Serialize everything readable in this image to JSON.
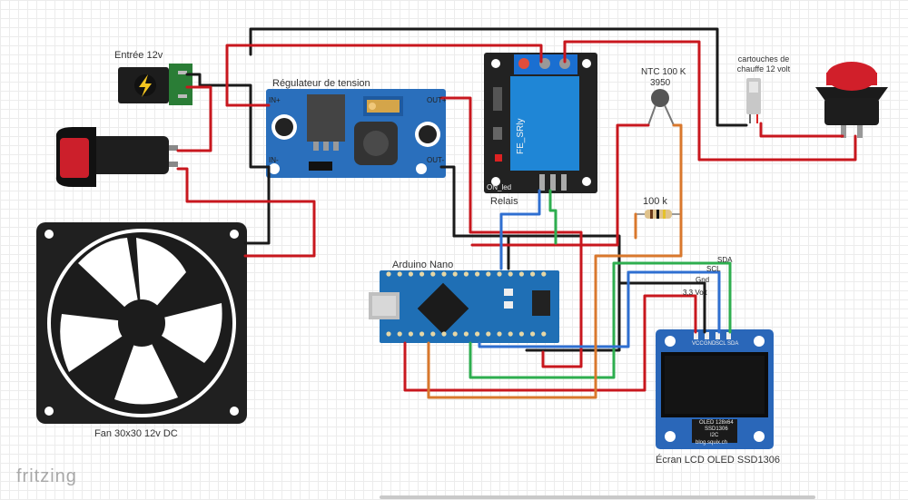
{
  "app": {
    "logo": "fritzing"
  },
  "colors": {
    "wire_red": "#c8171e",
    "wire_black": "#1a1a1a",
    "wire_blue": "#2f6fd1",
    "wire_green": "#2eae4f",
    "wire_orange": "#d9782d",
    "pcb_blue": "#1f6fb5",
    "board_black": "#232323",
    "relay_blue": "#1f86d6"
  },
  "components": {
    "power_input": {
      "label": "Entrée 12v",
      "icon": "lightning-bolt-icon"
    },
    "regulator": {
      "label": "Régulateur de tension",
      "pins": [
        "IN+",
        "IN-",
        "OUT+",
        "OUT-"
      ]
    },
    "relay": {
      "label": "Relais",
      "module_name": "FE_SRly",
      "led_label": "ON_led"
    },
    "ntc": {
      "label": "NTC 100 K",
      "value": "3950"
    },
    "heater": {
      "label": "cartouches de chauffe 12 volt"
    },
    "resistor": {
      "label": "100 k"
    },
    "arduino": {
      "label": "Arduino Nano"
    },
    "fan": {
      "label": "Fan 30x30  12v DC"
    },
    "oled": {
      "label": "Écran LCD OLED SSD1306",
      "pins": [
        "VCC",
        "GND",
        "SCL",
        "SDA"
      ],
      "chip_text": [
        "OLED 128x64",
        "SSD1306",
        "I2C"
      ],
      "site": "blog.squix.ch"
    },
    "oled_wires": {
      "sda": "SDA",
      "scl": "SCL",
      "gnd": "Gnd",
      "vcc": "3,3 Volt"
    }
  }
}
